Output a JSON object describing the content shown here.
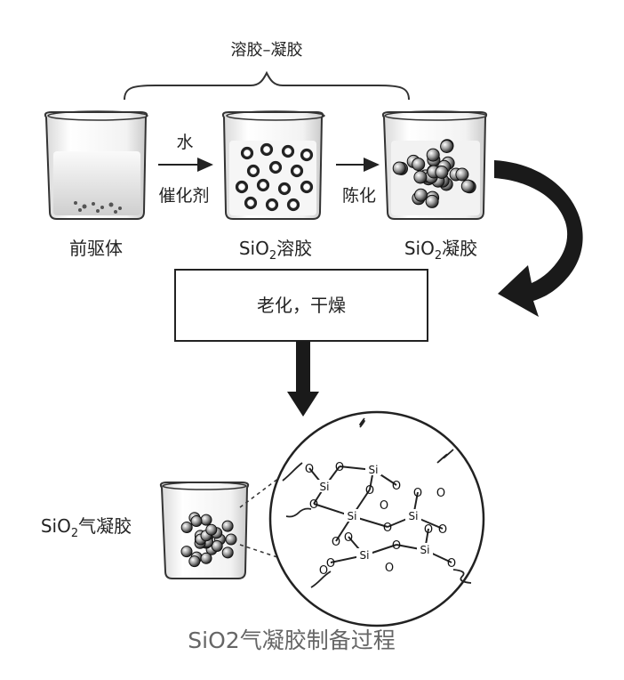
{
  "diagram": {
    "top_label": "溶胶–凝胶",
    "stages": {
      "precursor": "前驱体",
      "sol_prefix": "SiO",
      "sol_sub": "2",
      "sol_suffix": "溶胶",
      "gel_prefix": "SiO",
      "gel_sub": "2",
      "gel_suffix": "凝胶"
    },
    "arrow1": {
      "top": "水",
      "bottom": "催化剂"
    },
    "arrow2": {
      "bottom": "陈化"
    },
    "process_box": "老化，干燥",
    "aerogel": {
      "prefix": "SiO",
      "sub": "2",
      "suffix": "气凝胶"
    },
    "network": {
      "si": [
        "Si",
        "Si",
        "Si",
        "Si",
        "Si",
        "Si"
      ],
      "o": [
        "O",
        "O",
        "O",
        "O",
        "O",
        "O",
        "O",
        "O",
        "O",
        "O",
        "O",
        "O",
        "O",
        "O",
        "O",
        "O",
        "O",
        "O"
      ]
    },
    "caption": "SiO2气凝胶制备过程"
  }
}
